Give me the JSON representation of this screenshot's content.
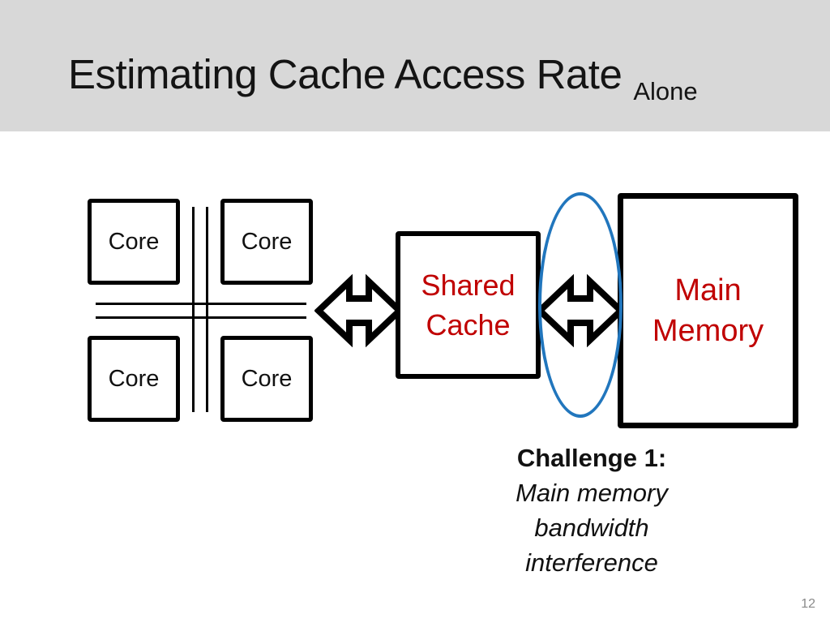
{
  "colors": {
    "header_bg": "#d8d8d8",
    "accent_red": "#c00000",
    "ellipse_blue": "#2176bd",
    "page_number_gray": "#8a8a8a"
  },
  "header": {
    "title": "Estimating Cache Access Rate",
    "subtitle": "Alone"
  },
  "diagram": {
    "cores": [
      {
        "label": "Core"
      },
      {
        "label": "Core"
      },
      {
        "label": "Core"
      },
      {
        "label": "Core"
      }
    ],
    "shared_cache": {
      "line1": "Shared",
      "line2": "Cache"
    },
    "main_memory": {
      "line1": "Main",
      "line2": "Memory"
    },
    "arrow_icon": "left-right-arrow"
  },
  "callout": {
    "heading": "Challenge 1:",
    "lines": [
      "Main memory",
      "bandwidth",
      "interference"
    ]
  },
  "footer": {
    "page_number": "12"
  }
}
